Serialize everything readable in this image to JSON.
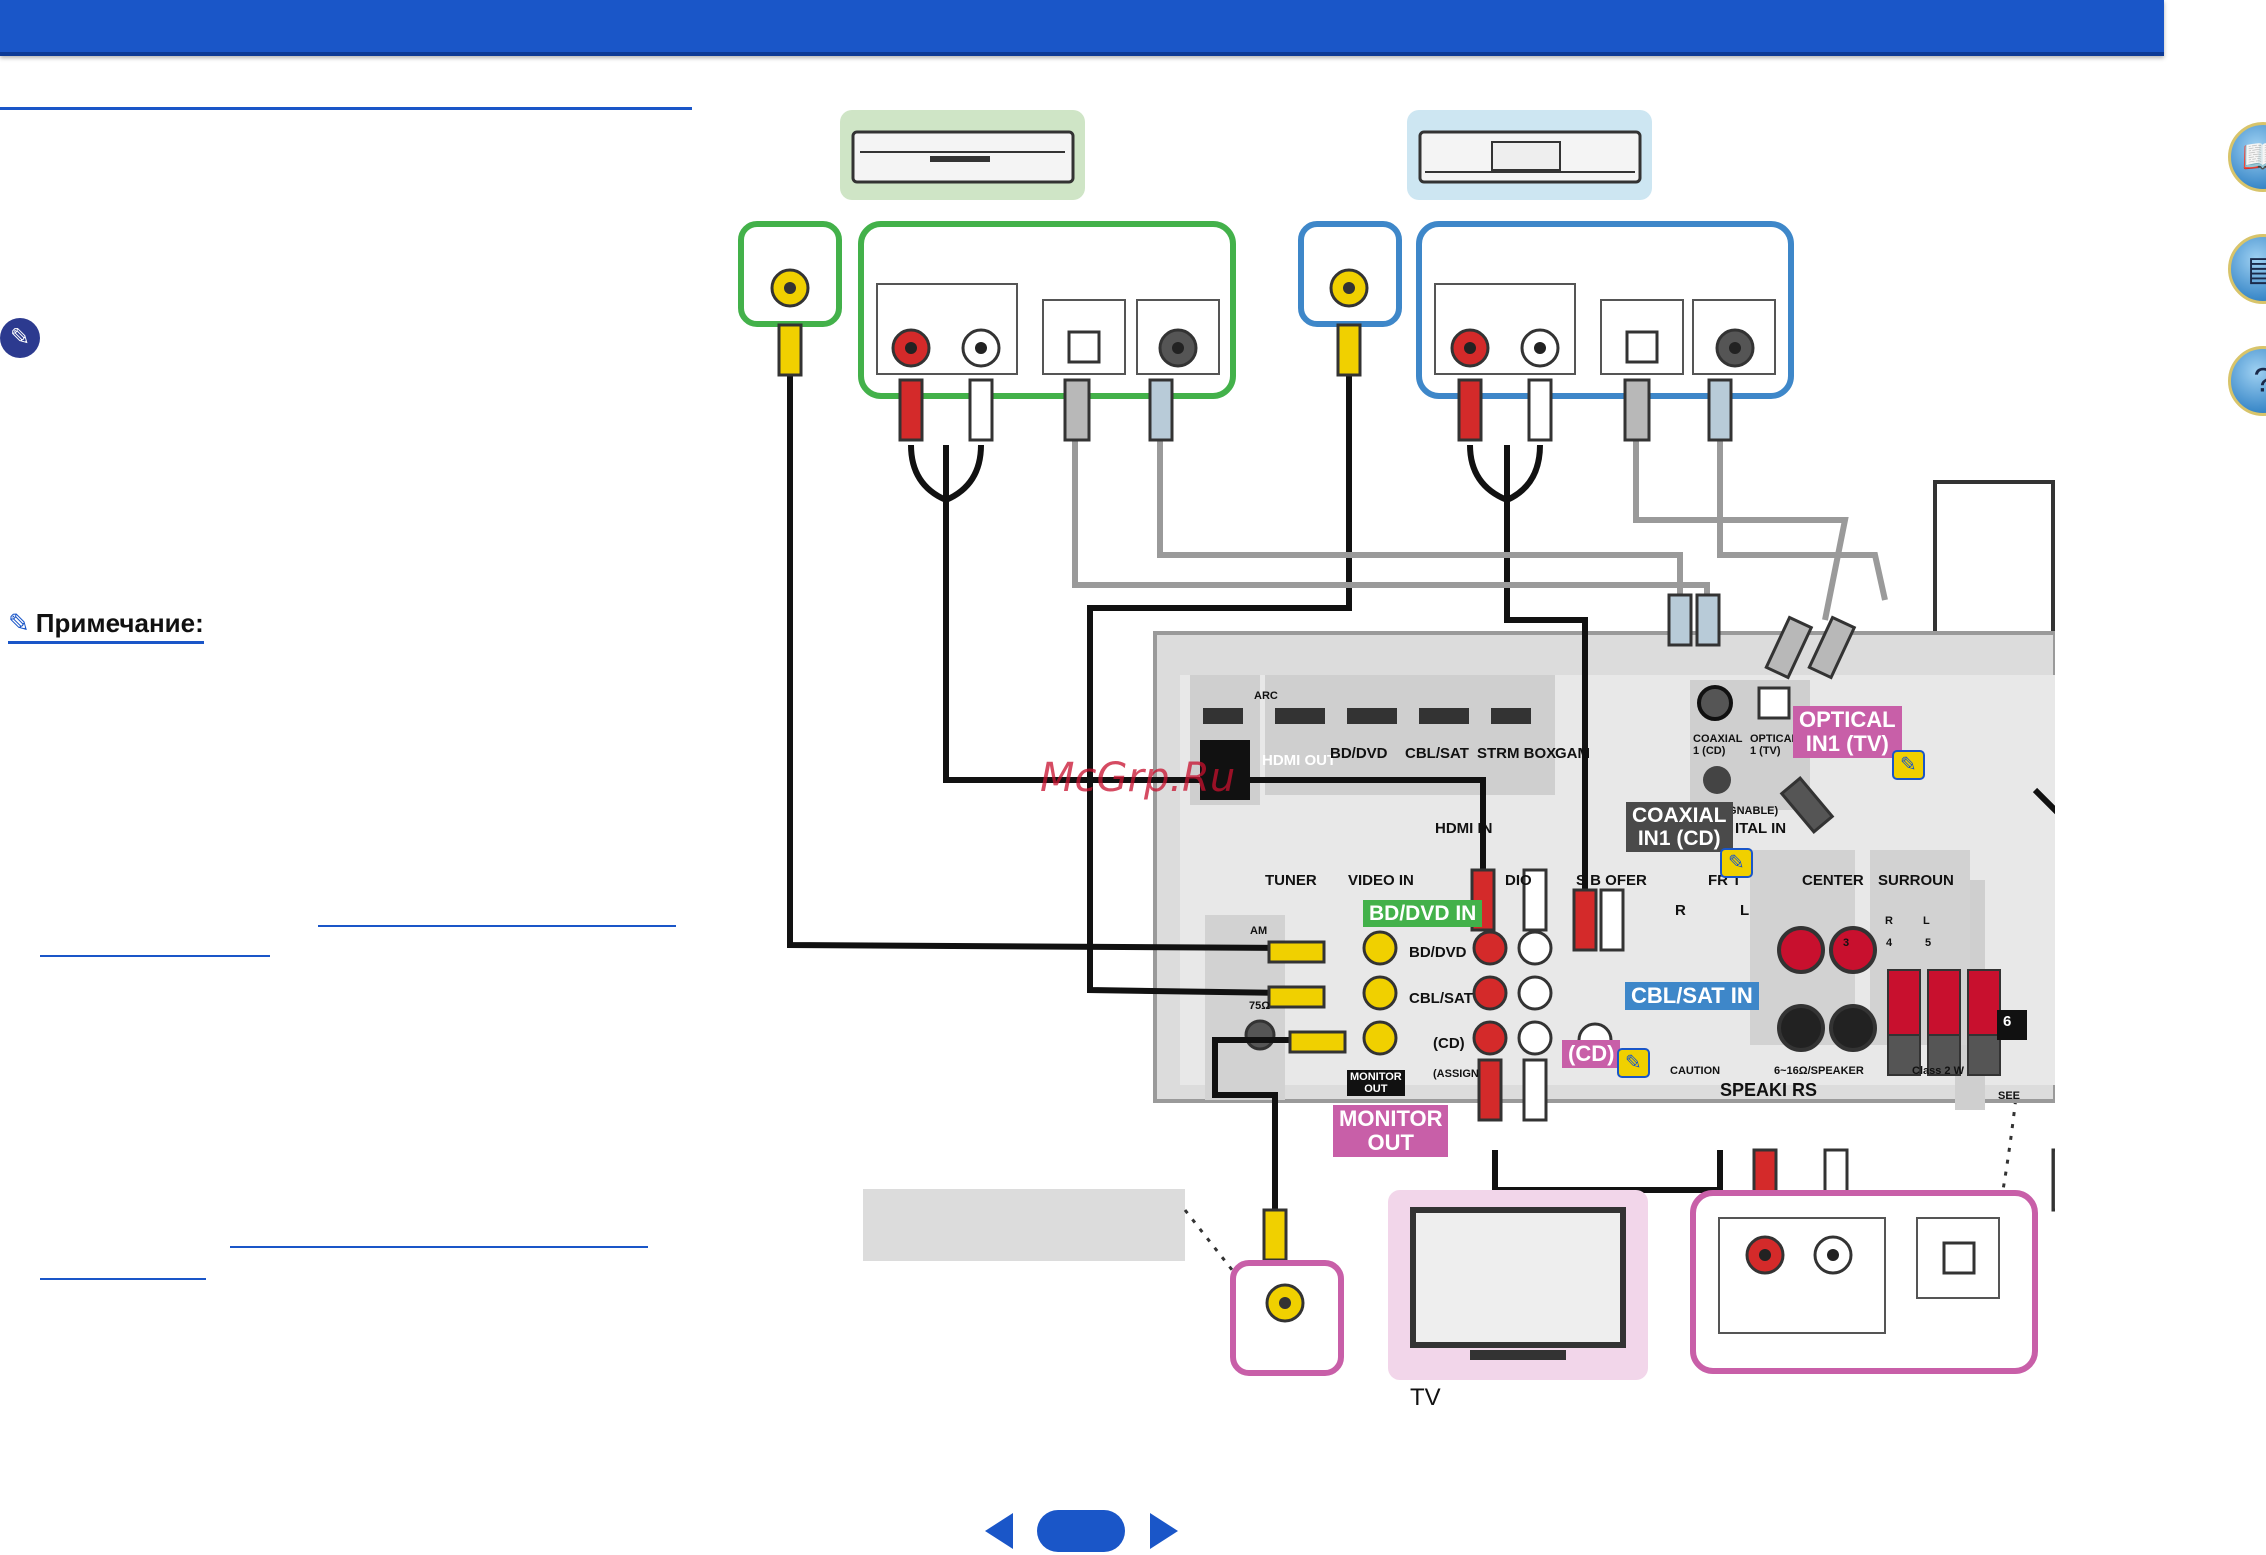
{
  "diagram": {
    "labels": {
      "bd_dvd_in": "BD/DVD IN",
      "cbl_sat_in": "CBL/SAT IN",
      "optical_in1_tv": "OPTICAL\nIN1 (TV)",
      "coaxial_in1_cd": "COAXIAL\nIN1 (CD)",
      "cd": "(CD)",
      "monitor_out": "MONITOR\nOUT"
    },
    "panel": {
      "arc": "ARC",
      "hdmi_out": "HDMI OUT",
      "bd_dvd": "BD/DVD",
      "cbl_sat": "CBL/SAT",
      "strm_box": "STRM BOX",
      "game": "GAM",
      "hdmi_in": "HDMI IN",
      "coaxial_1_cd": "COAXIAL\n1 (CD)",
      "optical_1_tv": "OPTICAL\n1 (TV)",
      "assignable": "IGNABLE)",
      "digital_in": "ITAL IN",
      "tuner": "TUNER",
      "video_in": "VIDEO IN",
      "audio": "DIO",
      "subwoofer": "S B OFER",
      "front": "FR T",
      "center": "CENTER",
      "surround": "SURROUN",
      "am": "AM",
      "ohm_75": "75Ω",
      "row_bd_dvd": "BD/DVD",
      "row_cbl_sat": "CBL/SAT",
      "row_cd": "(CD)",
      "assign": "(ASSIGN",
      "monitor_out_small": "MONITOR\nOUT",
      "front_r": "R",
      "front_l": "L",
      "sp_r": "R",
      "sp_l": "L",
      "ch3": "3",
      "ch4": "4",
      "ch5": "5",
      "caution": "CAUTION",
      "impedance": "6~16Ω/SPEAKER",
      "class2": "Class 2 W",
      "speakers": "SPEAKI  RS",
      "see": "SEE",
      "ch6": "6"
    }
  },
  "note": {
    "label": "Примечание:"
  },
  "tv_caption": "TV",
  "watermark": "McGrp.Ru",
  "icons": {
    "important": "pin-icon",
    "note": "pencil-icon",
    "side": [
      "book-icon",
      "receiver-icon",
      "remote-help-icon"
    ]
  },
  "colors": {
    "header": "#1a56c8",
    "green": "#43b14a",
    "blue": "#3e87c9",
    "pink": "#c85fa8",
    "cable_black": "#111111",
    "rca_red": "#d42a2a",
    "rca_yellow": "#f0d000",
    "optical_grey": "#9a9a9a"
  }
}
